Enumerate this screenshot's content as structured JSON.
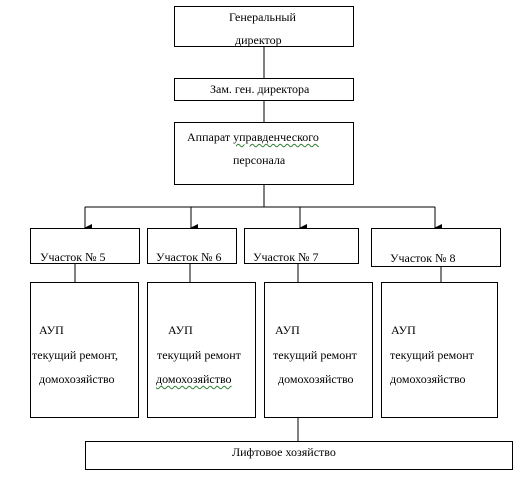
{
  "director": {
    "line1": "Генеральный",
    "line2": "директор"
  },
  "deputy": "Зам. ген. директора",
  "apparatus": {
    "line1_a": "Аппарат ",
    "line1_b": "управденческого",
    "line2": "персонала"
  },
  "sections": [
    {
      "title": "Участок № 5",
      "aup": "АУП",
      "line2": "текущий ремонт,",
      "line3": "домохозяйство"
    },
    {
      "title": "Участок № 6",
      "aup": "АУП",
      "line2": "текущий ремонт",
      "line3": "домохозяйство"
    },
    {
      "title": "Участок № 7",
      "aup": "АУП",
      "line2": "текущий ремонт",
      "line3": "домохозяйство"
    },
    {
      "title": "Участок № 8",
      "aup": "АУП",
      "line2": "текущий ремонт",
      "line3": "домохозяйство"
    }
  ],
  "elevator": "Лифтовое хозяйство"
}
